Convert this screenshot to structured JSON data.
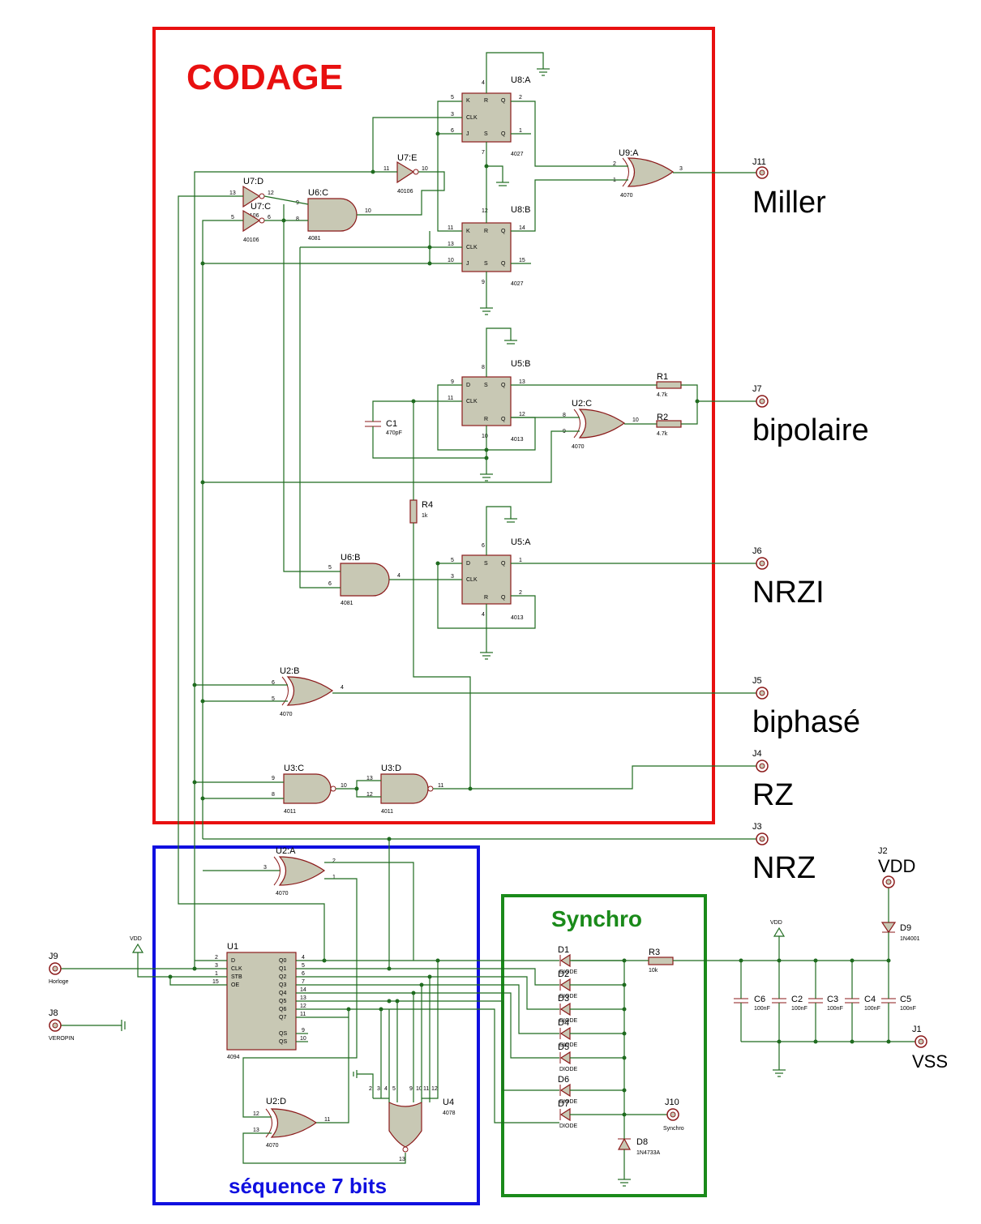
{
  "blocks": {
    "codage": {
      "title": "CODAGE",
      "color": "#e81010"
    },
    "sequence": {
      "title": "séquence 7 bits",
      "color": "#1010e0"
    },
    "synchro": {
      "title": "Synchro",
      "color": "#1a8a1a"
    }
  },
  "outputs": {
    "miller": {
      "ref": "J11",
      "label": "Miller"
    },
    "bipolaire": {
      "ref": "J7",
      "label": "bipolaire"
    },
    "nrzi": {
      "ref": "J6",
      "label": "NRZI"
    },
    "biphase": {
      "ref": "J5",
      "label": "biphasé"
    },
    "rz": {
      "ref": "J4",
      "label": "RZ"
    },
    "nrz": {
      "ref": "J3",
      "label": "NRZ"
    },
    "vdd": {
      "ref": "J2",
      "label": "VDD"
    },
    "vss": {
      "ref": "J1",
      "label": "VSS"
    },
    "synchro": {
      "ref": "J10",
      "label": "Synchro"
    },
    "horloge": {
      "ref": "J9",
      "label": "Horloge"
    },
    "veropin": {
      "ref": "J8",
      "label": "VEROPIN"
    }
  },
  "parts": {
    "u8a": {
      "ref": "U8:A",
      "val": "4027"
    },
    "u8b": {
      "ref": "U8:B",
      "val": "4027"
    },
    "u9a": {
      "ref": "U9:A",
      "val": "4070"
    },
    "u7e": {
      "ref": "U7:E",
      "val": "40106"
    },
    "u7d": {
      "ref": "U7:D",
      "val": "40106"
    },
    "u7c": {
      "ref": "U7:C",
      "val": "40106"
    },
    "u6c": {
      "ref": "U6:C",
      "val": "4081"
    },
    "u5b": {
      "ref": "U5:B",
      "val": "4013"
    },
    "u2c": {
      "ref": "U2:C",
      "val": "4070"
    },
    "c1": {
      "ref": "C1",
      "val": "470pF"
    },
    "r1": {
      "ref": "R1",
      "val": "4.7k"
    },
    "r2": {
      "ref": "R2",
      "val": "4.7k"
    },
    "r4": {
      "ref": "R4",
      "val": "1k"
    },
    "u6b": {
      "ref": "U6:B",
      "val": "4081"
    },
    "u5a": {
      "ref": "U5:A",
      "val": "4013"
    },
    "u2b": {
      "ref": "U2:B",
      "val": "4070"
    },
    "u3c": {
      "ref": "U3:C",
      "val": "4011"
    },
    "u3d": {
      "ref": "U3:D",
      "val": "4011"
    },
    "u2a": {
      "ref": "U2:A",
      "val": "4070"
    },
    "u1": {
      "ref": "U1",
      "val": "4094"
    },
    "u2d": {
      "ref": "U2:D",
      "val": "4070"
    },
    "u4": {
      "ref": "U4",
      "val": "4078"
    },
    "r3": {
      "ref": "R3",
      "val": "10k"
    },
    "d8": {
      "ref": "D8",
      "val": "1N4733A"
    },
    "d9": {
      "ref": "D9",
      "val": "1N4001"
    },
    "c2": {
      "ref": "C2",
      "val": "100nF"
    },
    "c3": {
      "ref": "C3",
      "val": "100nF"
    },
    "c4": {
      "ref": "C4",
      "val": "100nF"
    },
    "c5": {
      "ref": "C5",
      "val": "100nF"
    },
    "c6": {
      "ref": "C6",
      "val": "100nF"
    }
  },
  "diodes": [
    "D1",
    "D2",
    "D3",
    "D4",
    "D5",
    "D6",
    "D7"
  ],
  "diode_value": "DIODE",
  "vdd_symbol": "VDD"
}
